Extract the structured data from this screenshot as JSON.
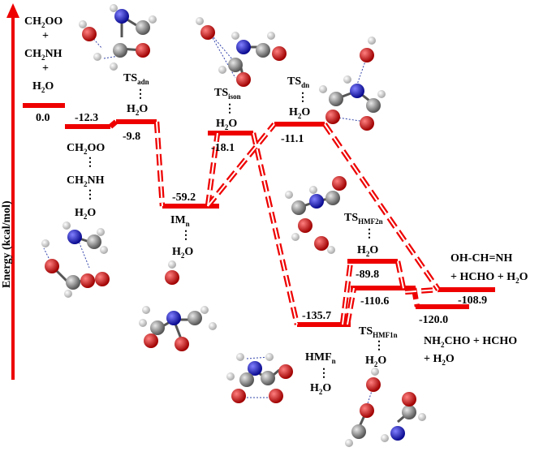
{
  "axis": {
    "label": "Energy (kcal/mol)"
  },
  "colors": {
    "level": "#ee0000",
    "arrow": "#ee0000",
    "carbon": "#777777",
    "oxygen": "#cc0000",
    "nitrogen": "#1a1acc",
    "hydrogen": "#dddddd",
    "bond": "#3344aa"
  },
  "species": {
    "reactants": {
      "l1": "CH",
      "s1": "2",
      "l1b": "OO",
      "plus1": "+",
      "l2": "CH",
      "s2": "2",
      "l2b": "NH",
      "plus2": "+",
      "l3": "H",
      "s3": "2",
      "l3b": "O"
    },
    "complex1": {
      "l1": "CH",
      "s1": "2",
      "l1b": "OO",
      "dots1": "⋮",
      "l2": "CH",
      "s2": "2",
      "l2b": "NH",
      "dots2": "⋮",
      "l3": "H",
      "s3": "2",
      "l3b": "O"
    },
    "ts_adn": {
      "main": "TS",
      "sub": "adn",
      "dots": "⋮",
      "w": "H",
      "ws": "2",
      "wb": "O"
    },
    "im_n": {
      "main": "IM",
      "sub": "n",
      "dots": "⋮",
      "w": "H",
      "ws": "2",
      "wb": "O"
    },
    "ts_ison": {
      "main": "TS",
      "sub": "ison",
      "dots": "⋮",
      "w": "H",
      "ws": "2",
      "wb": "O"
    },
    "ts_dn": {
      "main": "TS",
      "sub": "dn",
      "dots": "⋮",
      "w": "H",
      "ws": "2",
      "wb": "O"
    },
    "ts_hmf2n": {
      "main": "TS",
      "sub": "HMF2n",
      "dots": "⋮",
      "w": "H",
      "ws": "2",
      "wb": "O"
    },
    "ts_hmf1n": {
      "main": "TS",
      "sub": "HMF1n",
      "dots": "⋮",
      "w": "H",
      "ws": "2",
      "wb": "O"
    },
    "hmf_n": {
      "main": "HMF",
      "sub": "n",
      "dots": "⋮",
      "w": "H",
      "ws": "2",
      "wb": "O"
    },
    "prod_a": {
      "l1": "OH-CH=NH",
      "l2": "+ HCHO + H",
      "s2": "2",
      "l2b": "O"
    },
    "prod_b": {
      "l1": "NH",
      "s1": "2",
      "l1b": "CHO + HCHO",
      "l2": "+ H",
      "s2": "2",
      "l2b": "O"
    }
  },
  "energies": {
    "reactants": "0.0",
    "complex1": "-12.3",
    "ts_adn": "-9.8",
    "im_n": "-59.2",
    "ts_ison": "-18.1",
    "ts_dn": "-11.1",
    "hmf_n": "-135.7",
    "ts_hmf2n": "-89.8",
    "ts_hmf1n": "-110.6",
    "prod_b": "-120.0",
    "prod_a": "-108.9"
  },
  "levels": [
    {
      "id": "reactants",
      "energy": 0.0
    },
    {
      "id": "complex1",
      "energy": -12.3
    },
    {
      "id": "ts_adn",
      "energy": -9.8
    },
    {
      "id": "im_n",
      "energy": -59.2
    },
    {
      "id": "ts_ison",
      "energy": -18.1
    },
    {
      "id": "ts_dn",
      "energy": -11.1
    },
    {
      "id": "hmf_n",
      "energy": -135.7
    },
    {
      "id": "ts_hmf2n",
      "energy": -89.8
    },
    {
      "id": "ts_hmf1n",
      "energy": -110.6
    },
    {
      "id": "prod_b",
      "energy": -120.0
    },
    {
      "id": "prod_a",
      "energy": -108.9
    }
  ]
}
